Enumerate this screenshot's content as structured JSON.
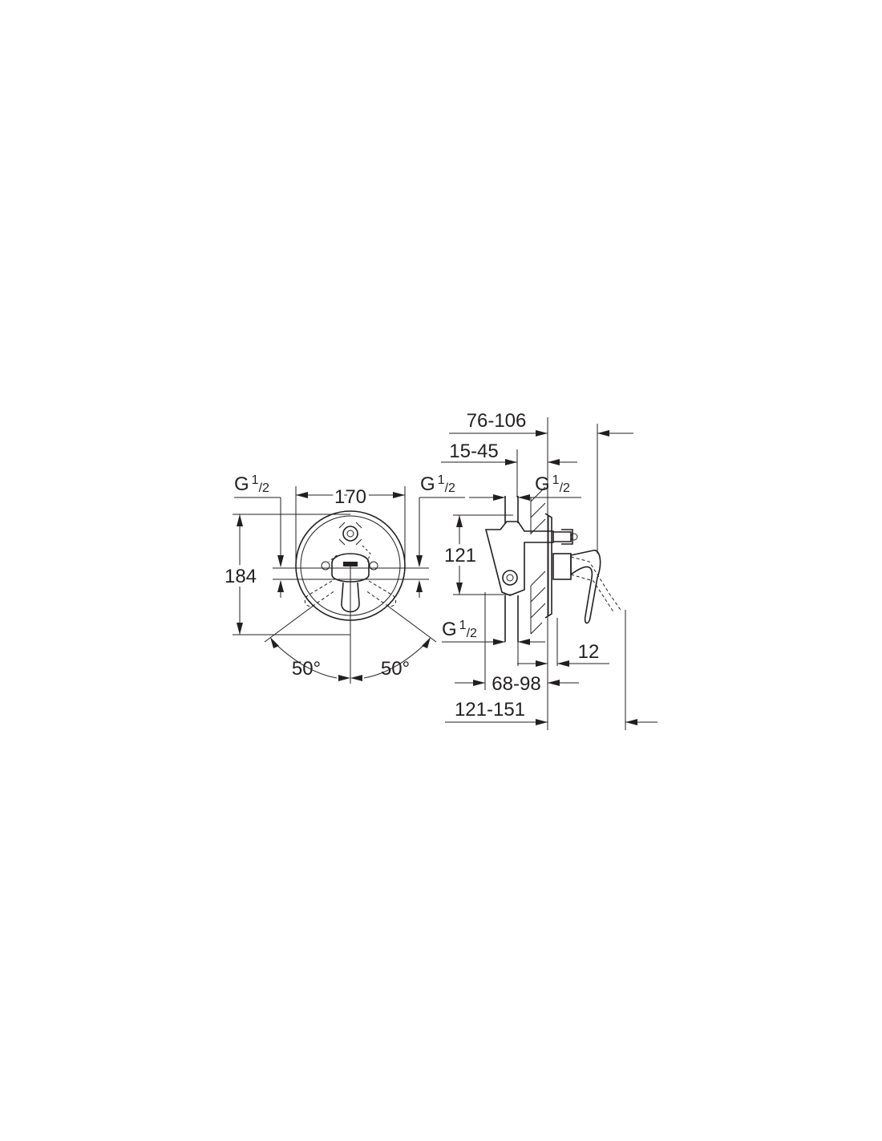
{
  "front_view": {
    "width_label": "170",
    "height_label": "184",
    "angle_left": "50°",
    "angle_right": "50°",
    "thread_left": {
      "main": "G",
      "sup": "1",
      "sub": "/2"
    },
    "thread_right": {
      "main": "G",
      "sup": "1",
      "sub": "/2"
    }
  },
  "side_view": {
    "depth_total": "76-106",
    "depth_body": "15-45",
    "inlet_spacing": "121",
    "plate_thickness": "12",
    "install_range": "68-98",
    "projection_range": "121-151",
    "thread_top": {
      "main": "G",
      "sup": "1",
      "sub": "/2"
    },
    "thread_bottom": {
      "main": "G",
      "sup": "1",
      "sub": "/2"
    },
    "thread_outlet": {
      "main": "G",
      "sup": "1",
      "sub": "/2"
    }
  }
}
